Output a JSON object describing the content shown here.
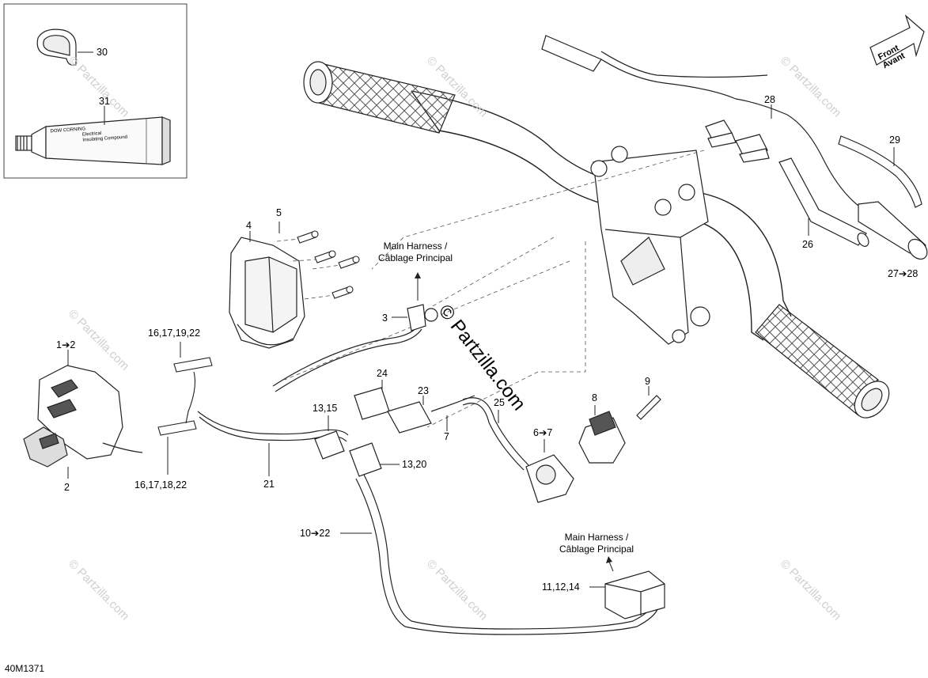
{
  "diagram_code": "40M1371",
  "watermark": "© Partzilla.com",
  "front_indicator": {
    "line1": "Front",
    "line2": "Avant"
  },
  "annotations": {
    "main_harness_top": {
      "line1": "Main Harness /",
      "line2": "Câblage Principal"
    },
    "main_harness_bottom": {
      "line1": "Main Harness /",
      "line2": "Câblage Principal"
    }
  },
  "callouts": {
    "p30": "30",
    "p31": "31",
    "p28": "28",
    "p29": "29",
    "p26": "26",
    "p27": "27➔28",
    "p4": "4",
    "p5": "5",
    "p3": "3",
    "p1": "1➔2",
    "p2": "2",
    "p16a": "16,17,19,22",
    "p16b": "16,17,18,22",
    "p24": "24",
    "p23": "23",
    "p7": "7",
    "p25": "25",
    "p13a": "13,15",
    "p13b": "13,20",
    "p21": "21",
    "p6": "6➔7",
    "p8": "8",
    "p9": "9",
    "p10": "10➔22",
    "p11": "11,12,14"
  },
  "tube_label": {
    "line1": "DOW CORNING",
    "line2": "Electrical",
    "line3": "Insulating Compound"
  }
}
